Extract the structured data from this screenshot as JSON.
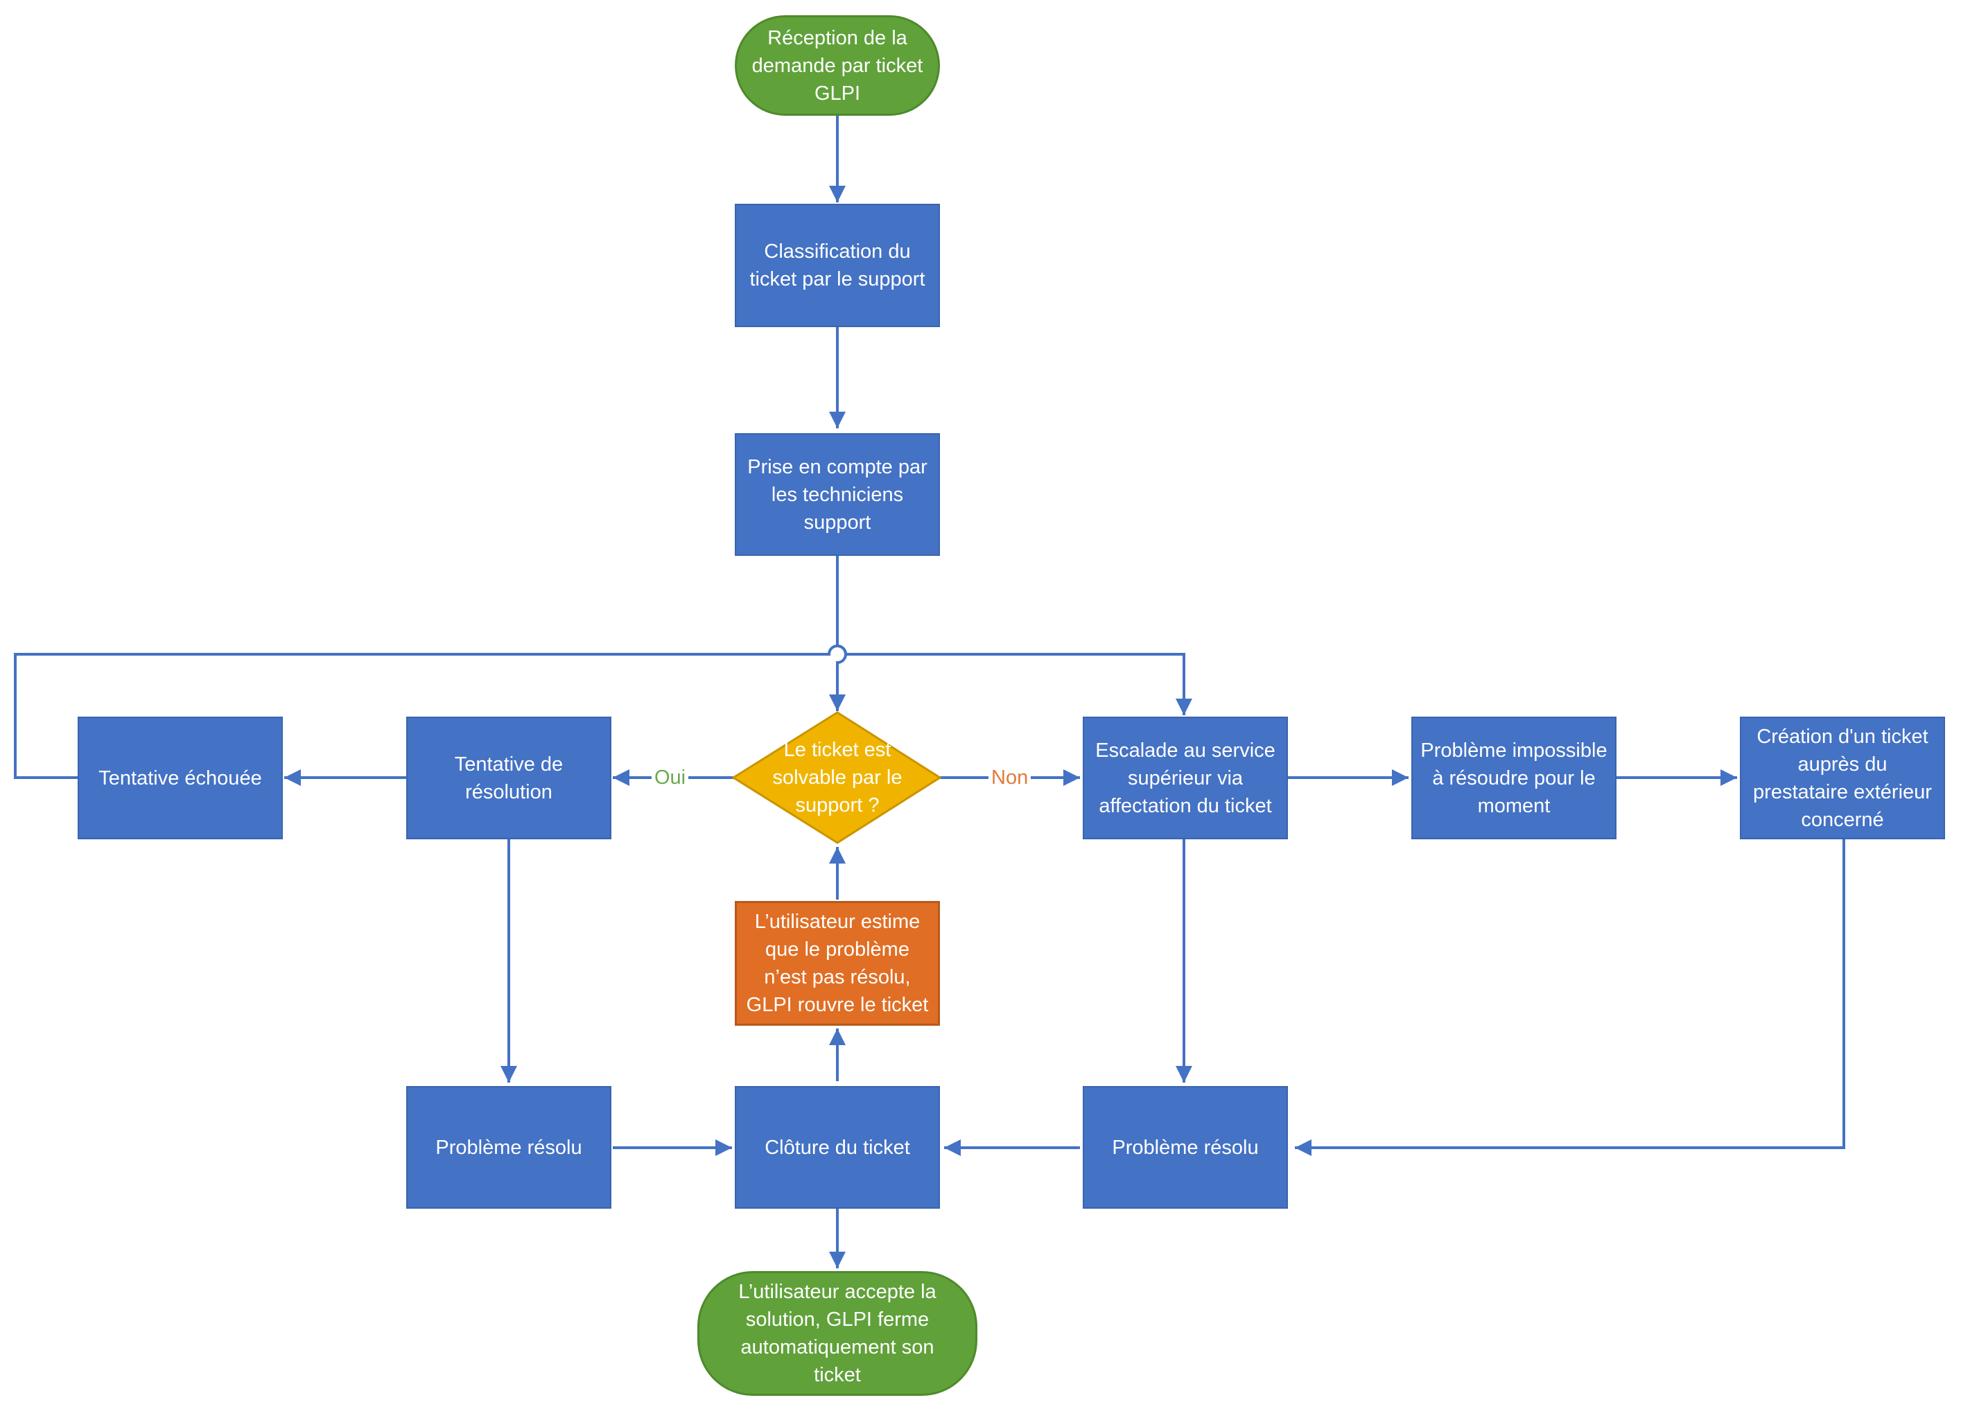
{
  "nodes": {
    "start": "Réception de la demande par ticket GLPI",
    "classification": "Classification du ticket par le support",
    "prise_en_compte": "Prise en compte par les techniciens support",
    "decision": "Le ticket est solvable par le support ?",
    "tentative_echouee": "Tentative échouée",
    "tentative_resolution": "Tentative de résolution",
    "escalade": "Escalade au service supérieur via affectation du ticket",
    "impossible": "Problème impossible à résoudre pour le moment",
    "creation_ticket": "Création d'un ticket auprès du prestataire extérieur concerné",
    "reouverture": "L’utilisateur estime que le problème n’est pas résolu, GLPI rouvre le ticket",
    "resolu_gauche": "Problème résolu",
    "cloture": "Clôture du ticket",
    "resolu_droite": "Problème résolu",
    "end": "L’utilisateur accepte la solution, GLPI ferme automatiquement son ticket"
  },
  "edge_labels": {
    "oui": "Oui",
    "non": "Non"
  },
  "colors": {
    "process": "#4472c4",
    "terminal": "#60a13a",
    "decision": "#f0b400",
    "reopen": "#e06e24",
    "connector": "#4472c4",
    "oui_label": "#6aa84f",
    "non_label": "#e07b39"
  }
}
